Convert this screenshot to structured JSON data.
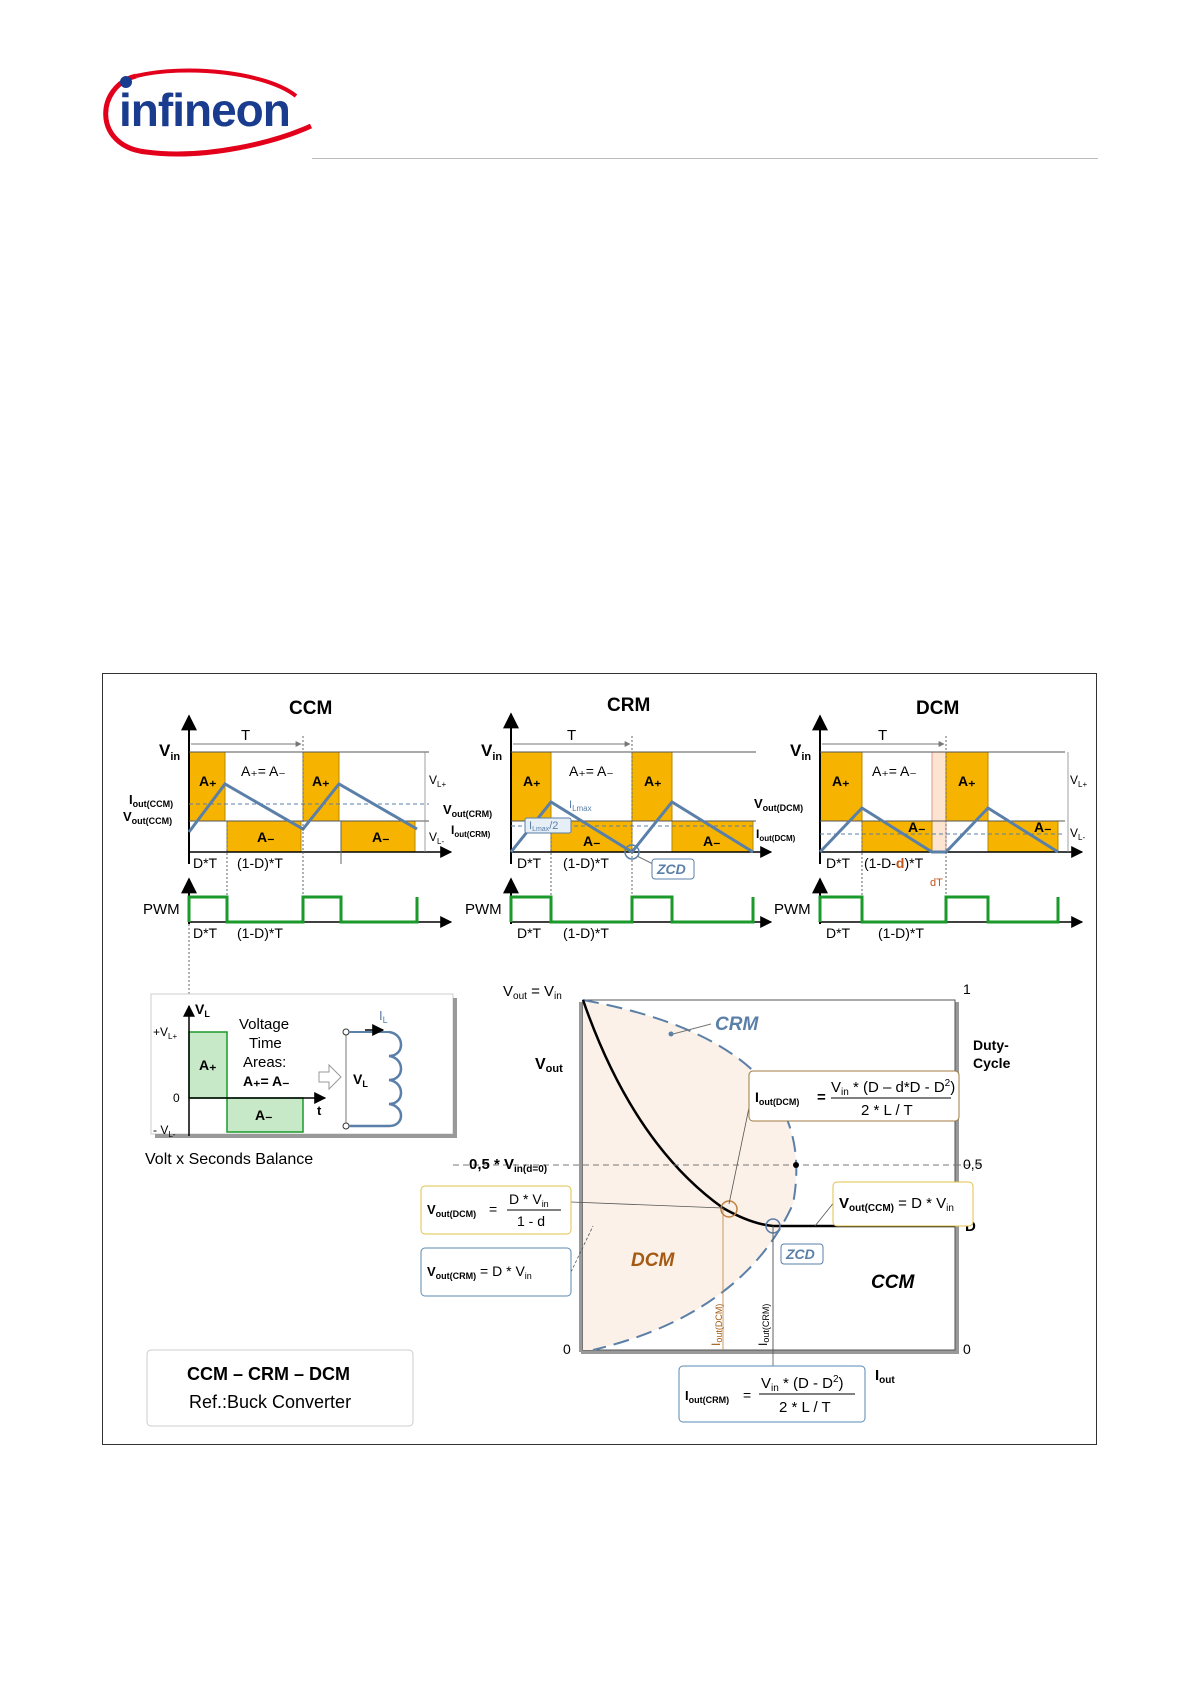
{
  "header": {
    "logo_text": "infineon",
    "brand_color": "#e3001b",
    "logo_text_color": "#1a3c8f"
  },
  "colors": {
    "area_fill": "#f6b400",
    "area_stroke": "#b88700",
    "current": "#5a7fa8",
    "pwm": "#1a9a2a",
    "volt_area": "#c7e9c7",
    "volt_stroke": "#1a9a2a",
    "crm_blue": "#5a7fa8",
    "dcm_brown": "#a45a12",
    "dcm_fill": "#fbf1e8",
    "box_gold": "#e0c24a",
    "box_blue": "#5a8ab5"
  },
  "figure": {
    "ccm": {
      "title": "CCM",
      "vin": "V",
      "vin_sub": "in",
      "period": "T",
      "area_plus": "A₊",
      "area_minus": "A₋",
      "balance": "A₊= A₋",
      "iout_ccm": "I",
      "iout_ccm_sub": "out(CCM)",
      "vout_ccm": "V",
      "vout_ccm_sub": "out(CCM)",
      "vlp": "V",
      "vlp_sub": "L+",
      "vlm": "V",
      "vlm_sub": "L-",
      "dt": "D*T",
      "one_minus_dt": "(1-D)*T",
      "pwm": "PWM"
    },
    "crm": {
      "title": "CRM",
      "vin": "V",
      "vin_sub": "in",
      "period": "T",
      "area_plus": "A₊",
      "area_minus": "A₋",
      "balance": "A₊= A₋",
      "vout_crm": "V",
      "vout_crm_sub": "out(CRM)",
      "iout_crm": "I",
      "iout_crm_sub": "out(CRM)",
      "ilmax": "I",
      "ilmax_sub": "Lmax",
      "ilmax_half": "I",
      "ilmax_half_sub": "Lmax",
      "ilmax_half_div": "/2",
      "zcd": "ZCD",
      "dt": "D*T",
      "one_minus_dt": "(1-D)*T",
      "pwm": "PWM"
    },
    "dcm": {
      "title": "DCM",
      "vin": "V",
      "vin_sub": "in",
      "period": "T",
      "area_plus": "A₊",
      "area_minus": "A₋",
      "balance": "A₊= A₋",
      "vout_dcm": "V",
      "vout_dcm_sub": "out(DCM)",
      "iout_dcm": "I",
      "iout_dcm_sub": "out(DCM)",
      "vlp": "V",
      "vlp_sub": "L+",
      "vlm": "V",
      "vlm_sub": "L-",
      "dt": "D*T",
      "dt_dcm_a": "(1-D-",
      "dt_dcm_d": "d",
      "dt_dcm_b": ")*T",
      "small_dt": "dT",
      "one_minus_dt": "(1-D)*T",
      "pwm": "PWM"
    },
    "volt_sec": {
      "vl": "V",
      "vl_sub": "L",
      "plus_vl": "+V",
      "plus_vl_sub": "L+",
      "zero": "0",
      "minus_vl": "- V",
      "minus_vl_sub": "L-",
      "area_plus": "A₊",
      "area_minus": "A₋",
      "vta_1": "Voltage",
      "vta_2": "Time",
      "vta_3": "Areas:",
      "vta_4": "A₊= A₋",
      "t": "t",
      "il": "I",
      "il_sub": "L",
      "inductor_vl": "V",
      "inductor_vl_sub": "L",
      "caption": "Volt x Seconds Balance"
    },
    "curve": {
      "vout_eq_vin_a": "V",
      "vout_eq_vin_sub1": "out",
      "vout_eq_vin_b": " = V",
      "vout_eq_vin_sub2": "in",
      "vout": "V",
      "vout_sub": "out",
      "crm_label": "CRM",
      "dcm_label": "DCM",
      "ccm_label": "CCM",
      "zcd": "ZCD",
      "half_vin": "0,5 * V",
      "half_vin_sub": "in(d=0)",
      "right_1": "1",
      "right_half": "0,5",
      "right_zero": "0",
      "right_d": "D",
      "duty_1": "Duty-",
      "duty_2": "Cycle",
      "left_zero": "0",
      "iout": "I",
      "iout_sub": "out",
      "iout_dcm_v": "I",
      "iout_dcm_v_sub": "out(DCM)",
      "iout_crm_v": "I",
      "iout_crm_v_sub": "out(CRM)",
      "eq_iout_dcm_lhs": "I",
      "eq_iout_dcm_lhs_sub": "out(DCM)",
      "eq_iout_dcm_num": "V",
      "eq_iout_dcm_num_sub": "in",
      "eq_iout_dcm_num_rest": " * (D – d*D - D",
      "eq_iout_dcm_num_sup": "2",
      "eq_iout_dcm_num_end": ")",
      "eq_iout_dcm_den": "2 * L / T",
      "eq_vout_ccm_lhs": "V",
      "eq_vout_ccm_lhs_sub": "out(CCM)",
      "eq_vout_ccm_rhs": " = D * V",
      "eq_vout_ccm_rhs_sub": "in",
      "eq_vout_dcm_lhs": "V",
      "eq_vout_dcm_lhs_sub": "out(DCM)",
      "eq_vout_dcm_num": "D * V",
      "eq_vout_dcm_num_sub": "in",
      "eq_vout_dcm_den": "1 - d",
      "eq_vout_crm_lhs": "V",
      "eq_vout_crm_lhs_sub": "out(CRM)",
      "eq_vout_crm_rhs": " =  D * V",
      "eq_vout_crm_rhs_sub": "in",
      "eq_iout_crm_lhs": "I",
      "eq_iout_crm_lhs_sub": "out(CRM)",
      "eq_iout_crm_num": "V",
      "eq_iout_crm_num_sub": "in",
      "eq_iout_crm_num_rest": " * (D - D",
      "eq_iout_crm_num_sup": "2",
      "eq_iout_crm_num_end": ")",
      "eq_iout_crm_den": "2 * L / T",
      "eq": "="
    },
    "ref": {
      "line1": "CCM – CRM – DCM",
      "line2": "Ref.:Buck Converter"
    }
  }
}
